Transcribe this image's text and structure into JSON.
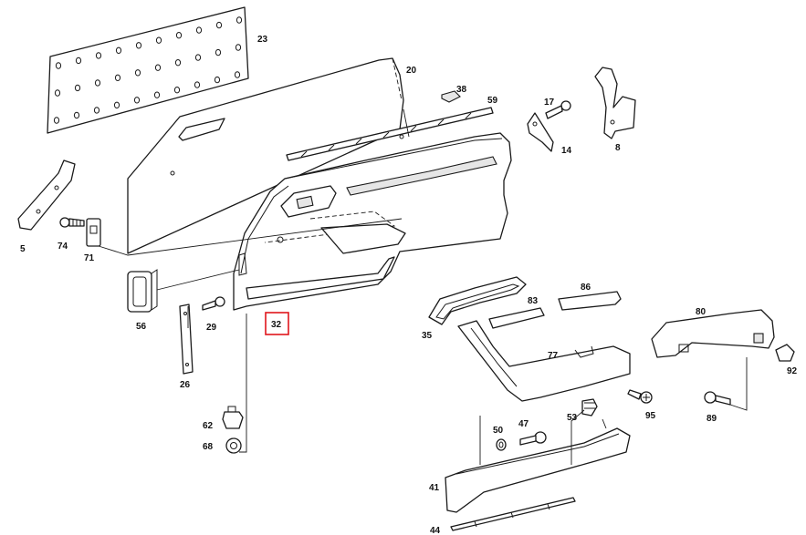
{
  "labels": {
    "p23": "23",
    "p20": "20",
    "p38": "38",
    "p59": "59",
    "p17": "17",
    "p14": "14",
    "p8": "8",
    "p5": "5",
    "p74": "74",
    "p71": "71",
    "p56": "56",
    "p29": "29",
    "p26": "26",
    "p32": "32",
    "p62": "62",
    "p68": "68",
    "p35": "35",
    "p83": "83",
    "p86": "86",
    "p80": "80",
    "p92": "92",
    "p77": "77",
    "p53": "53",
    "p95": "95",
    "p89": "89",
    "p50": "50",
    "p47": "47",
    "p41": "41",
    "p44": "44"
  },
  "highlight": {
    "label": "32",
    "color": "#e0161c"
  }
}
